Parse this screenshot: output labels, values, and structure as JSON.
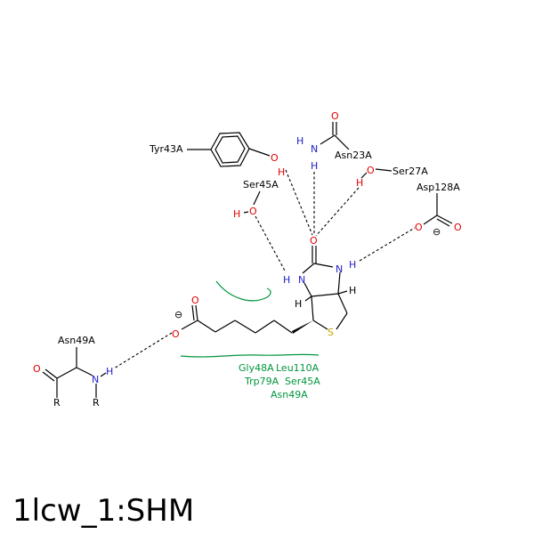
{
  "caption": "1lcw_1:SHM",
  "residues": {
    "tyr43a": "Tyr43A",
    "ser45a": "Ser45A",
    "asn23a": "Asn23A",
    "ser27a": "Ser27A",
    "asp128a": "Asp128A",
    "asn49a": "Asn49A"
  },
  "hydrophobic_labels": [
    "Gly48A",
    "Leu110A",
    "Trp79A",
    "Ser45A",
    "Asn49A"
  ],
  "atoms": {
    "O": "O",
    "N": "N",
    "H": "H",
    "S": "S",
    "R": "R",
    "minus": "⊖"
  },
  "colors": {
    "oxygen": "#e00000",
    "nitrogen": "#2020c8",
    "sulfur": "#c8a000",
    "hydrophobic": "#00963c"
  }
}
